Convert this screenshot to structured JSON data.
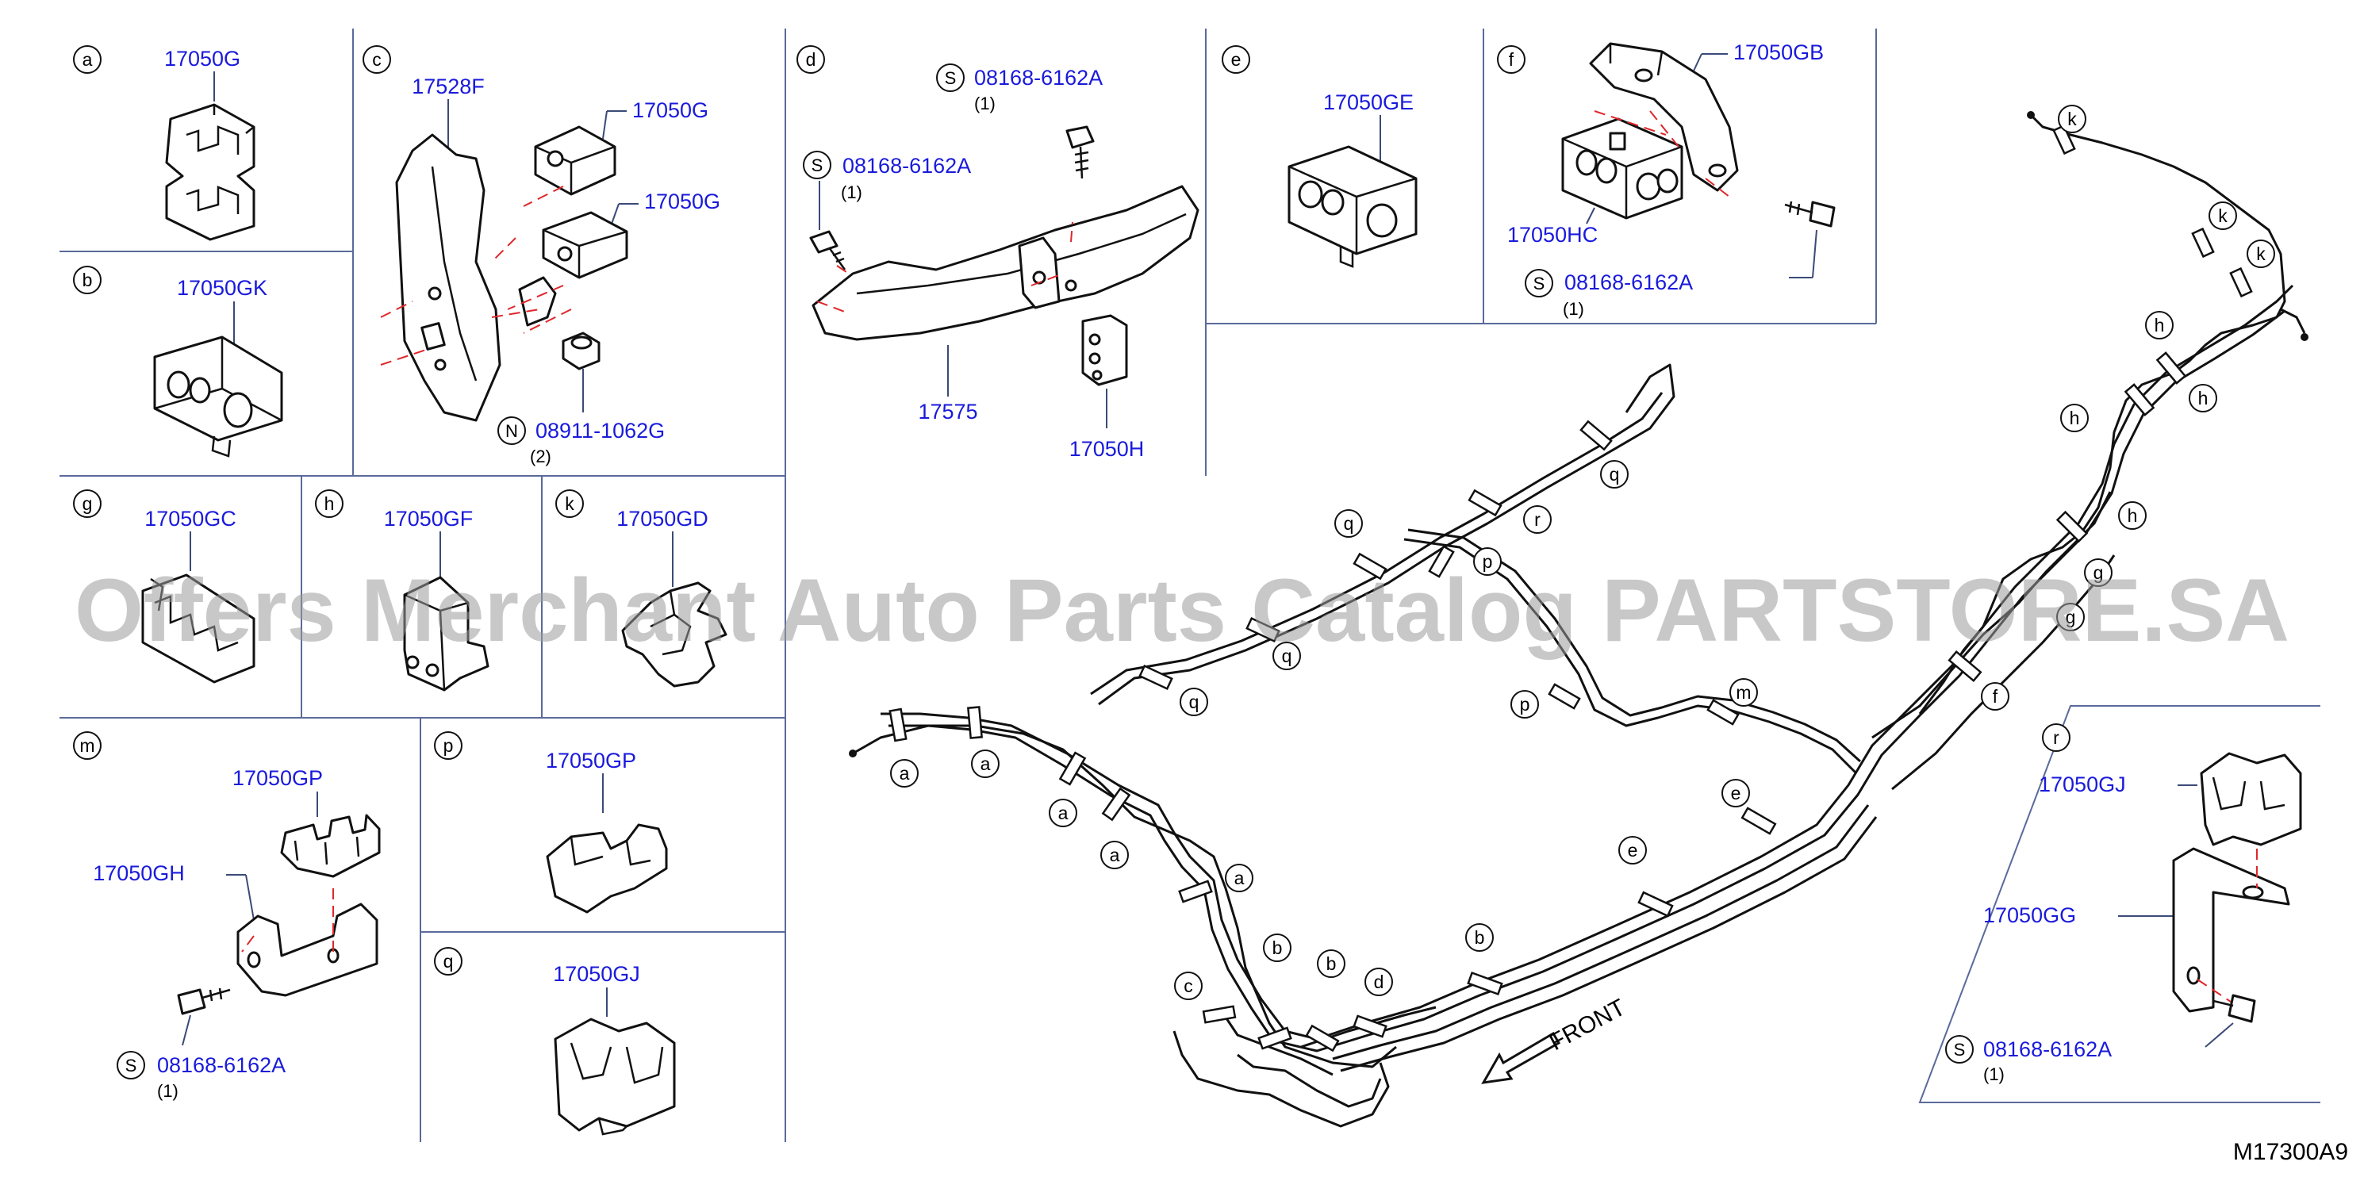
{
  "watermark": "Offers Merchant Auto Parts Catalog PARTSTORE.SA",
  "diagram_code": "M17300A9",
  "front_label": "FRONT",
  "panels": {
    "a": {
      "letter": "a",
      "parts": [
        "17050G"
      ]
    },
    "b": {
      "letter": "b",
      "parts": [
        "17050GK"
      ]
    },
    "c": {
      "letter": "c",
      "parts": [
        "17528F",
        "17050G",
        "17050G"
      ],
      "fastener": {
        "symbol": "N",
        "number": "08911-1062G",
        "qty": "(2)"
      }
    },
    "d": {
      "letter": "d",
      "parts": [
        "17575",
        "17050H"
      ],
      "fasteners": [
        {
          "symbol": "S",
          "number": "08168-6162A",
          "qty": "(1)"
        },
        {
          "symbol": "S",
          "number": "08168-6162A",
          "qty": "(1)"
        }
      ]
    },
    "e": {
      "letter": "e",
      "parts": [
        "17050GE"
      ]
    },
    "f": {
      "letter": "f",
      "parts": [
        "17050GB",
        "17050HC"
      ],
      "fastener": {
        "symbol": "S",
        "number": "08168-6162A",
        "qty": "(1)"
      }
    },
    "g": {
      "letter": "g",
      "parts": [
        "17050GC"
      ]
    },
    "h": {
      "letter": "h",
      "parts": [
        "17050GF"
      ]
    },
    "k": {
      "letter": "k",
      "parts": [
        "17050GD"
      ]
    },
    "m": {
      "letter": "m",
      "parts": [
        "17050GP",
        "17050GH"
      ],
      "fastener": {
        "symbol": "S",
        "number": "08168-6162A",
        "qty": "(1)"
      }
    },
    "p": {
      "letter": "p",
      "parts": [
        "17050GP"
      ]
    },
    "q": {
      "letter": "q",
      "parts": [
        "17050GJ"
      ]
    },
    "r": {
      "letter": "r",
      "parts": [
        "17050GJ",
        "17050GG"
      ],
      "fastener": {
        "symbol": "S",
        "number": "08168-6162A",
        "qty": "(1)"
      }
    }
  },
  "callouts": {
    "a": "a",
    "b": "b",
    "c": "c",
    "d": "d",
    "e": "e",
    "f": "f",
    "g": "g",
    "h": "h",
    "k": "k",
    "m": "m",
    "p": "p",
    "q": "q",
    "r": "r"
  }
}
